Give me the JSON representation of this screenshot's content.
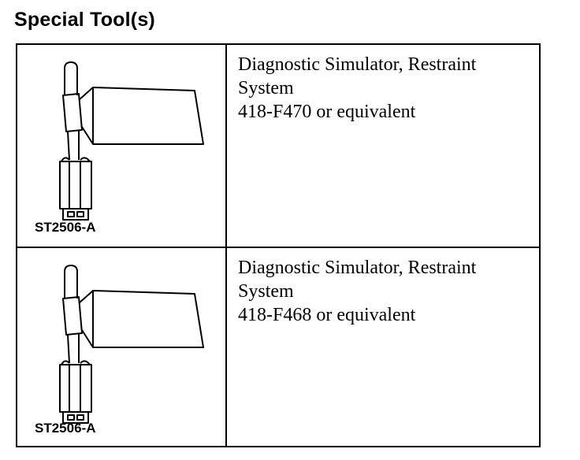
{
  "title": "Special Tool(s)",
  "tools": [
    {
      "image_code": "ST2506-A",
      "name_line1": "Diagnostic Simulator, Restraint",
      "name_line2": "System",
      "part_line": "418-F470 or equivalent",
      "image_icon": "diagnostic-simulator-drawing"
    },
    {
      "image_code": "ST2506-A",
      "name_line1": "Diagnostic Simulator, Restraint",
      "name_line2": "System",
      "part_line": "418-F468 or equivalent",
      "image_icon": "diagnostic-simulator-drawing"
    }
  ]
}
